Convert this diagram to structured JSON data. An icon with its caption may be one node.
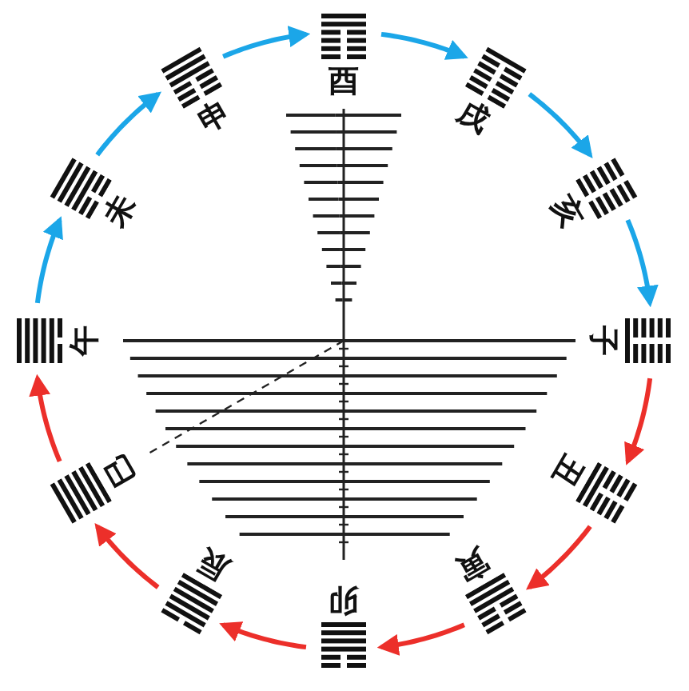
{
  "diagram": {
    "nodes": [
      {
        "text": [
          "酉"
        ]
      },
      {
        "text": [
          "戌"
        ]
      },
      {
        "text": [
          "亥"
        ]
      },
      {
        "text": [
          "子"
        ]
      },
      {
        "text": [
          "丑"
        ]
      },
      {
        "text": [
          "寅"
        ]
      },
      {
        "text": [
          "卯"
        ]
      },
      {
        "text": [
          "辰"
        ]
      },
      {
        "text": [
          "巳"
        ]
      },
      {
        "text": [
          "午"
        ]
      },
      {
        "text": [
          "未"
        ]
      },
      {
        "text": [
          "申"
        ]
      }
    ],
    "edges": [
      {
        "from": 9,
        "to": 10,
        "arrow": "to",
        "color": "#1ba6e8"
      },
      {
        "from": 10,
        "to": 11,
        "arrow": "to",
        "color": "#1ba6e8"
      },
      {
        "from": 11,
        "to": 0,
        "arrow": "to",
        "color": "#1ba6e8"
      },
      {
        "from": 0,
        "to": 1,
        "arrow": "to",
        "color": "#1ba6e8"
      },
      {
        "from": 1,
        "to": 2,
        "arrow": "to",
        "color": "#1ba6e8"
      },
      {
        "from": 2,
        "to": 3,
        "arrow": "to",
        "color": "#1ba6e8"
      },
      {
        "from": 3,
        "to": 4,
        "arrow": "to",
        "color": "#ec2f2a"
      },
      {
        "from": 4,
        "to": 5,
        "arrow": "to",
        "color": "#ec2f2a"
      },
      {
        "from": 5,
        "to": 6,
        "arrow": "to",
        "color": "#ec2f2a"
      },
      {
        "from": 6,
        "to": 7,
        "arrow": "to",
        "color": "#ec2f2a"
      },
      {
        "from": 7,
        "to": 8,
        "arrow": "to",
        "color": "#ec2f2a"
      },
      {
        "from": 8,
        "to": 9,
        "arrow": "to",
        "color": "#ec2f2a"
      },
      {
        "from": null,
        "to": 8,
        "arrow": "none",
        "style": "dashed",
        "color": "#222222"
      }
    ]
  }
}
